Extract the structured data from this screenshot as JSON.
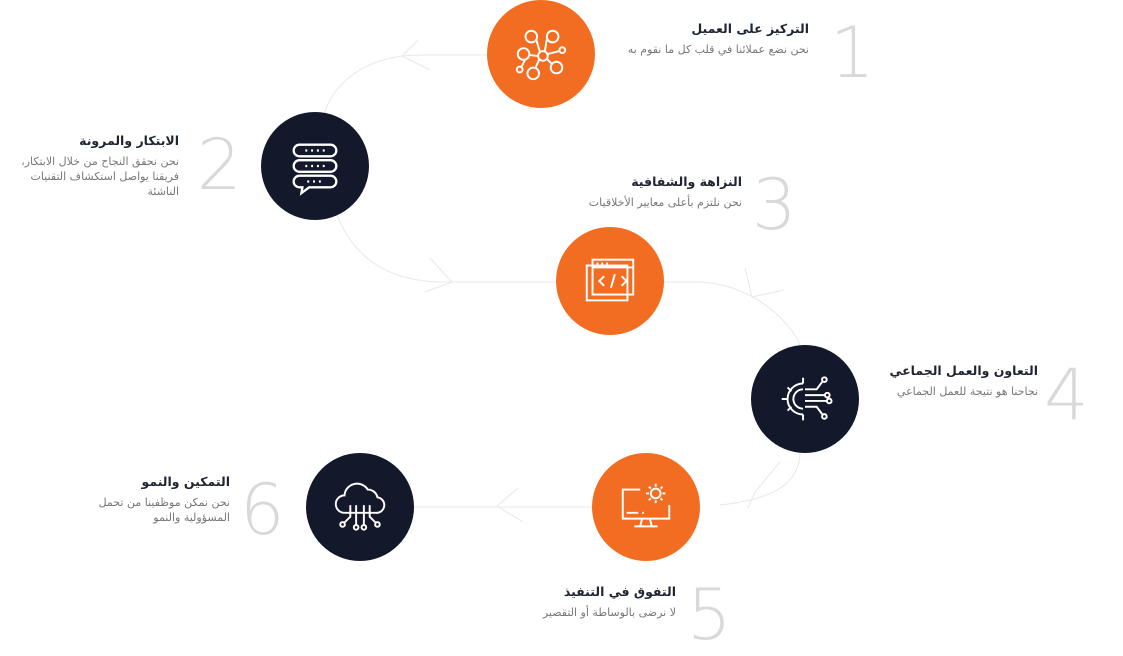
{
  "colors": {
    "orange": "#f26d21",
    "navy": "#13192b",
    "number": "#d9d9d9",
    "path": "#e6e6e6"
  },
  "steps": [
    {
      "number": "1",
      "title": "التركيز على العميل",
      "description": "نحن نضع عملائنا في قلب كل ما نقوم به",
      "icon": "customer-network-icon",
      "color": "orange"
    },
    {
      "number": "2",
      "title": "الابتكار والمرونة",
      "description": "نحن نحقق النجاح من خلال الابتكار، فريقنا يواصل استكشاف التقنيات الناشئة",
      "icon": "chat-servers-icon",
      "color": "navy"
    },
    {
      "number": "3",
      "title": "النزاهة والشفافية",
      "description": "نحن نلتزم بأعلى معايير الأخلاقيات",
      "icon": "code-window-icon",
      "color": "orange"
    },
    {
      "number": "4",
      "title": "التعاون والعمل الجماعي",
      "description": "نجاحنا هو نتيجة للعمل الجماعي",
      "icon": "gear-circuit-icon",
      "color": "navy"
    },
    {
      "number": "5",
      "title": "التفوق في التنفيذ",
      "description": "لا نرضى بالوساطة أو التقصير",
      "icon": "monitor-gear-icon",
      "color": "orange"
    },
    {
      "number": "6",
      "title": "التمكين والنمو",
      "description": "نحن نمكن موظفينا من تحمل المسؤولية والنمو",
      "icon": "cloud-network-icon",
      "color": "navy"
    }
  ]
}
